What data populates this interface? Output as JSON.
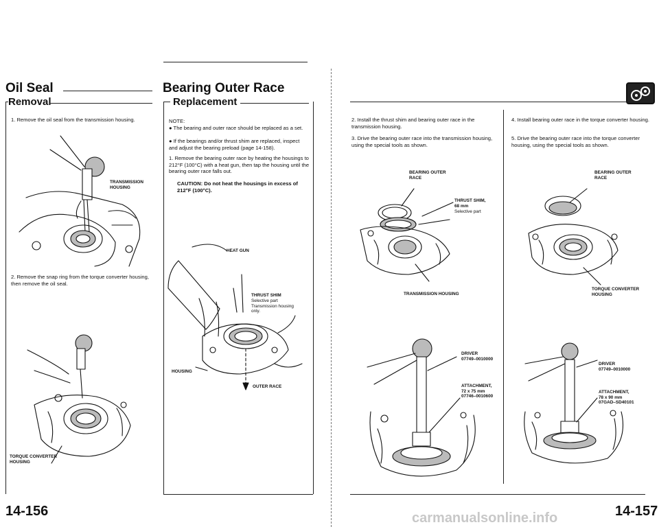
{
  "left_page": {
    "oil_seal": {
      "title": "Oil Seal",
      "removal_heading": "Removal",
      "step1": "1.  Remove the oil seal from the transmission housing.",
      "label_transmission_housing": "TRANSMISSION\nHOUSING",
      "step2": "2.  Remove the snap ring from the torque converter housing, then remove the oil seal.",
      "label_torque_converter_housing": "TORQUE CONVERTER\nHOUSING"
    },
    "bearing_outer_race": {
      "title": "Bearing Outer Race",
      "replacement_heading": "Replacement",
      "note_label": "NOTE:",
      "note1": "● The bearing and outer race should be replaced as a set.",
      "note2": "● If the bearings and/or thrust shim are replaced, inspect and adjust the bearing preload (page 14-158).",
      "step1": "1.  Remove the bearing outer race by heating the housings to 212°F (100°C) with a heat gun, then tap the housing until the bearing outer race falls out.",
      "caution": "CAUTION: Do not heat the housings in excess of 212°F (100°C).",
      "label_heat_gun": "HEAT GUN",
      "label_thrust_shim": "THRUST SHIM",
      "label_thrust_shim_sub": "Selective part\nTransmission housing\nonly.",
      "label_housing": "HOUSING",
      "label_outer_race": "OUTER RACE"
    },
    "page_number": "14-156"
  },
  "right_page": {
    "step2": "2.  Install the thrust shim and bearing outer race in the transmission housing.",
    "step3": "3.  Drive the bearing outer race into the transmission housing, using the special tools as shown.",
    "label_bearing_outer_race_1": "BEARING OUTER\nRACE",
    "label_thrust_shim": "THRUST SHIM,\n68 mm",
    "label_thrust_shim_sub": "Selective part",
    "label_transmission_housing": "TRANSMISSION HOUSING",
    "label_driver_1": "DRIVER\n07749–0010000",
    "label_attachment_1": "ATTACHMENT,\n72 x 75 mm\n07746–0010600",
    "step4": "4.  Install bearing outer race in the torque converter housing.",
    "step5": "5.  Drive the bearing outer race into the torque converter housing, using the special tools as shown.",
    "label_bearing_outer_race_2": "BEARING OUTER\nRACE",
    "label_torque_converter_housing": "TORQUE CONVERTER\nHOUSING",
    "label_driver_2": "DRIVER\n07749–0010000",
    "label_attachment_2": "ATTACHMENT,\n78 x 90 mm\n07GAD–SD40101",
    "page_number": "14-157",
    "watermark": "carmanualsonline.info",
    "section_icon": "gear-transmission-icon"
  }
}
